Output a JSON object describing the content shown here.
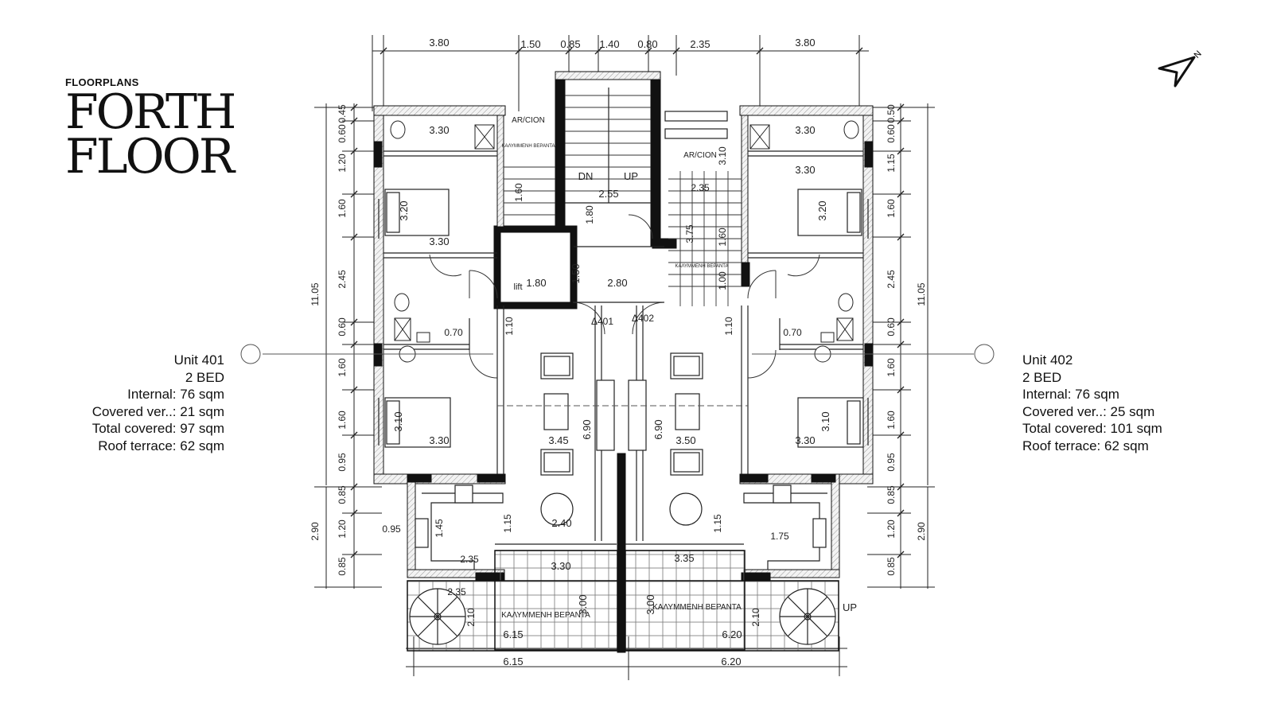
{
  "brand": {
    "kicker": "FLOORPLANS",
    "title_line1": "FORTH",
    "title_line2": "FLOOR"
  },
  "units": [
    {
      "name": "Unit 401",
      "beds": "2 BED",
      "internal": "Internal: 76 sqm",
      "covered": "Covered ver..: 21 sqm",
      "total": "Total covered:  97 sqm",
      "roof": "Roof terrace: 62 sqm"
    },
    {
      "name": "Unit 402",
      "beds": "2 BED",
      "internal": "Internal: 76 sqm",
      "covered": "Covered ver..: 25 sqm",
      "total": "Total covered:  101 sqm",
      "roof": "Roof terrace: 62 sqm"
    }
  ],
  "compass": {
    "icon": "north-arrow-icon",
    "label": "N"
  },
  "plan": {
    "top_dims": [
      "3.80",
      "1.50",
      "0.85",
      "1.40",
      "0.80",
      "2.35",
      "3.80"
    ],
    "bottom_dims": [
      "6.15",
      "6.20"
    ],
    "left_dims": [
      "0.45",
      "0.60",
      "1.20",
      "1.60",
      "2.45",
      "0.60",
      "1.60",
      "1.60",
      "0.95",
      "0.85",
      "1.20",
      "0.85"
    ],
    "right_dims": [
      "0.50",
      "0.60",
      "1.15",
      "1.60",
      "2.45",
      "0.60",
      "1.60",
      "1.60",
      "0.95",
      "0.85",
      "1.20",
      "0.85"
    ],
    "overall_left": [
      "11.05",
      "2.90"
    ],
    "overall_right": [
      "11.05",
      "2.90"
    ],
    "room_labels": {
      "bath_l": "3.30",
      "bath_r": "3.30",
      "hall_r": "3.30",
      "bed1_l_w": "3.30",
      "bed1_l_h": "3.20",
      "bed1_r_h": "3.20",
      "bed2_l_w": "3.30",
      "bed2_l_h": "3.10",
      "bed2_r_w": "3.30",
      "bed2_r_h": "3.10",
      "living_l": "3.45",
      "living_r": "3.50",
      "depth_l": "6.90",
      "depth_r": "6.90",
      "lift_w": "1.80",
      "lift": "lift",
      "lift_d": "1.50",
      "lobby": "2.80",
      "stair_w": "2.55",
      "dn": "DN",
      "up": "UP",
      "arcion_l": "AR/CION",
      "arcion_r": "AR/CION",
      "veranda_small": "ΚΑΛΥΜΜΕΝΗ ΒΕΡΑΝΤΑ",
      "veranda_l": "ΚΑΛΥΜΜΕΝΗ ΒΕΡΑΝΤΑ",
      "veranda_r": "ΚΑΛΥΜΜΕΝΗ ΒΕΡΑΝΤΑ",
      "ver_l_w": "6.15",
      "ver_r_w": "6.20",
      "ver_h_l": "3.00",
      "ver_h_r": "3.00",
      "kit_l": "3.30",
      "kit_r": "3.35",
      "dining_l": "2.40",
      "a401": "Δ401",
      "a402": "Δ402",
      "w070_l": "0.70",
      "w070_r": "0.70",
      "w110_l": "1.10",
      "w110_r": "1.10",
      "w115_l": "1.15",
      "w115_r": "1.15",
      "w095": "0.95",
      "w145": "1.45",
      "w235_l": "2.35",
      "w235_r": "2.35",
      "w235_s": "2.35",
      "w210_l": "2.10",
      "w210_r": "2.10",
      "w175": "1.75",
      "w160_a": "1.60",
      "w160_b": "1.60",
      "w180": "1.80",
      "w375": "3.75",
      "w100": "1.00",
      "w310": "3.10",
      "w255": "2.55",
      "spiral_up": "UP"
    }
  },
  "colors": {
    "wall": "#111111",
    "line": "#333333",
    "hatch": "#888888"
  }
}
